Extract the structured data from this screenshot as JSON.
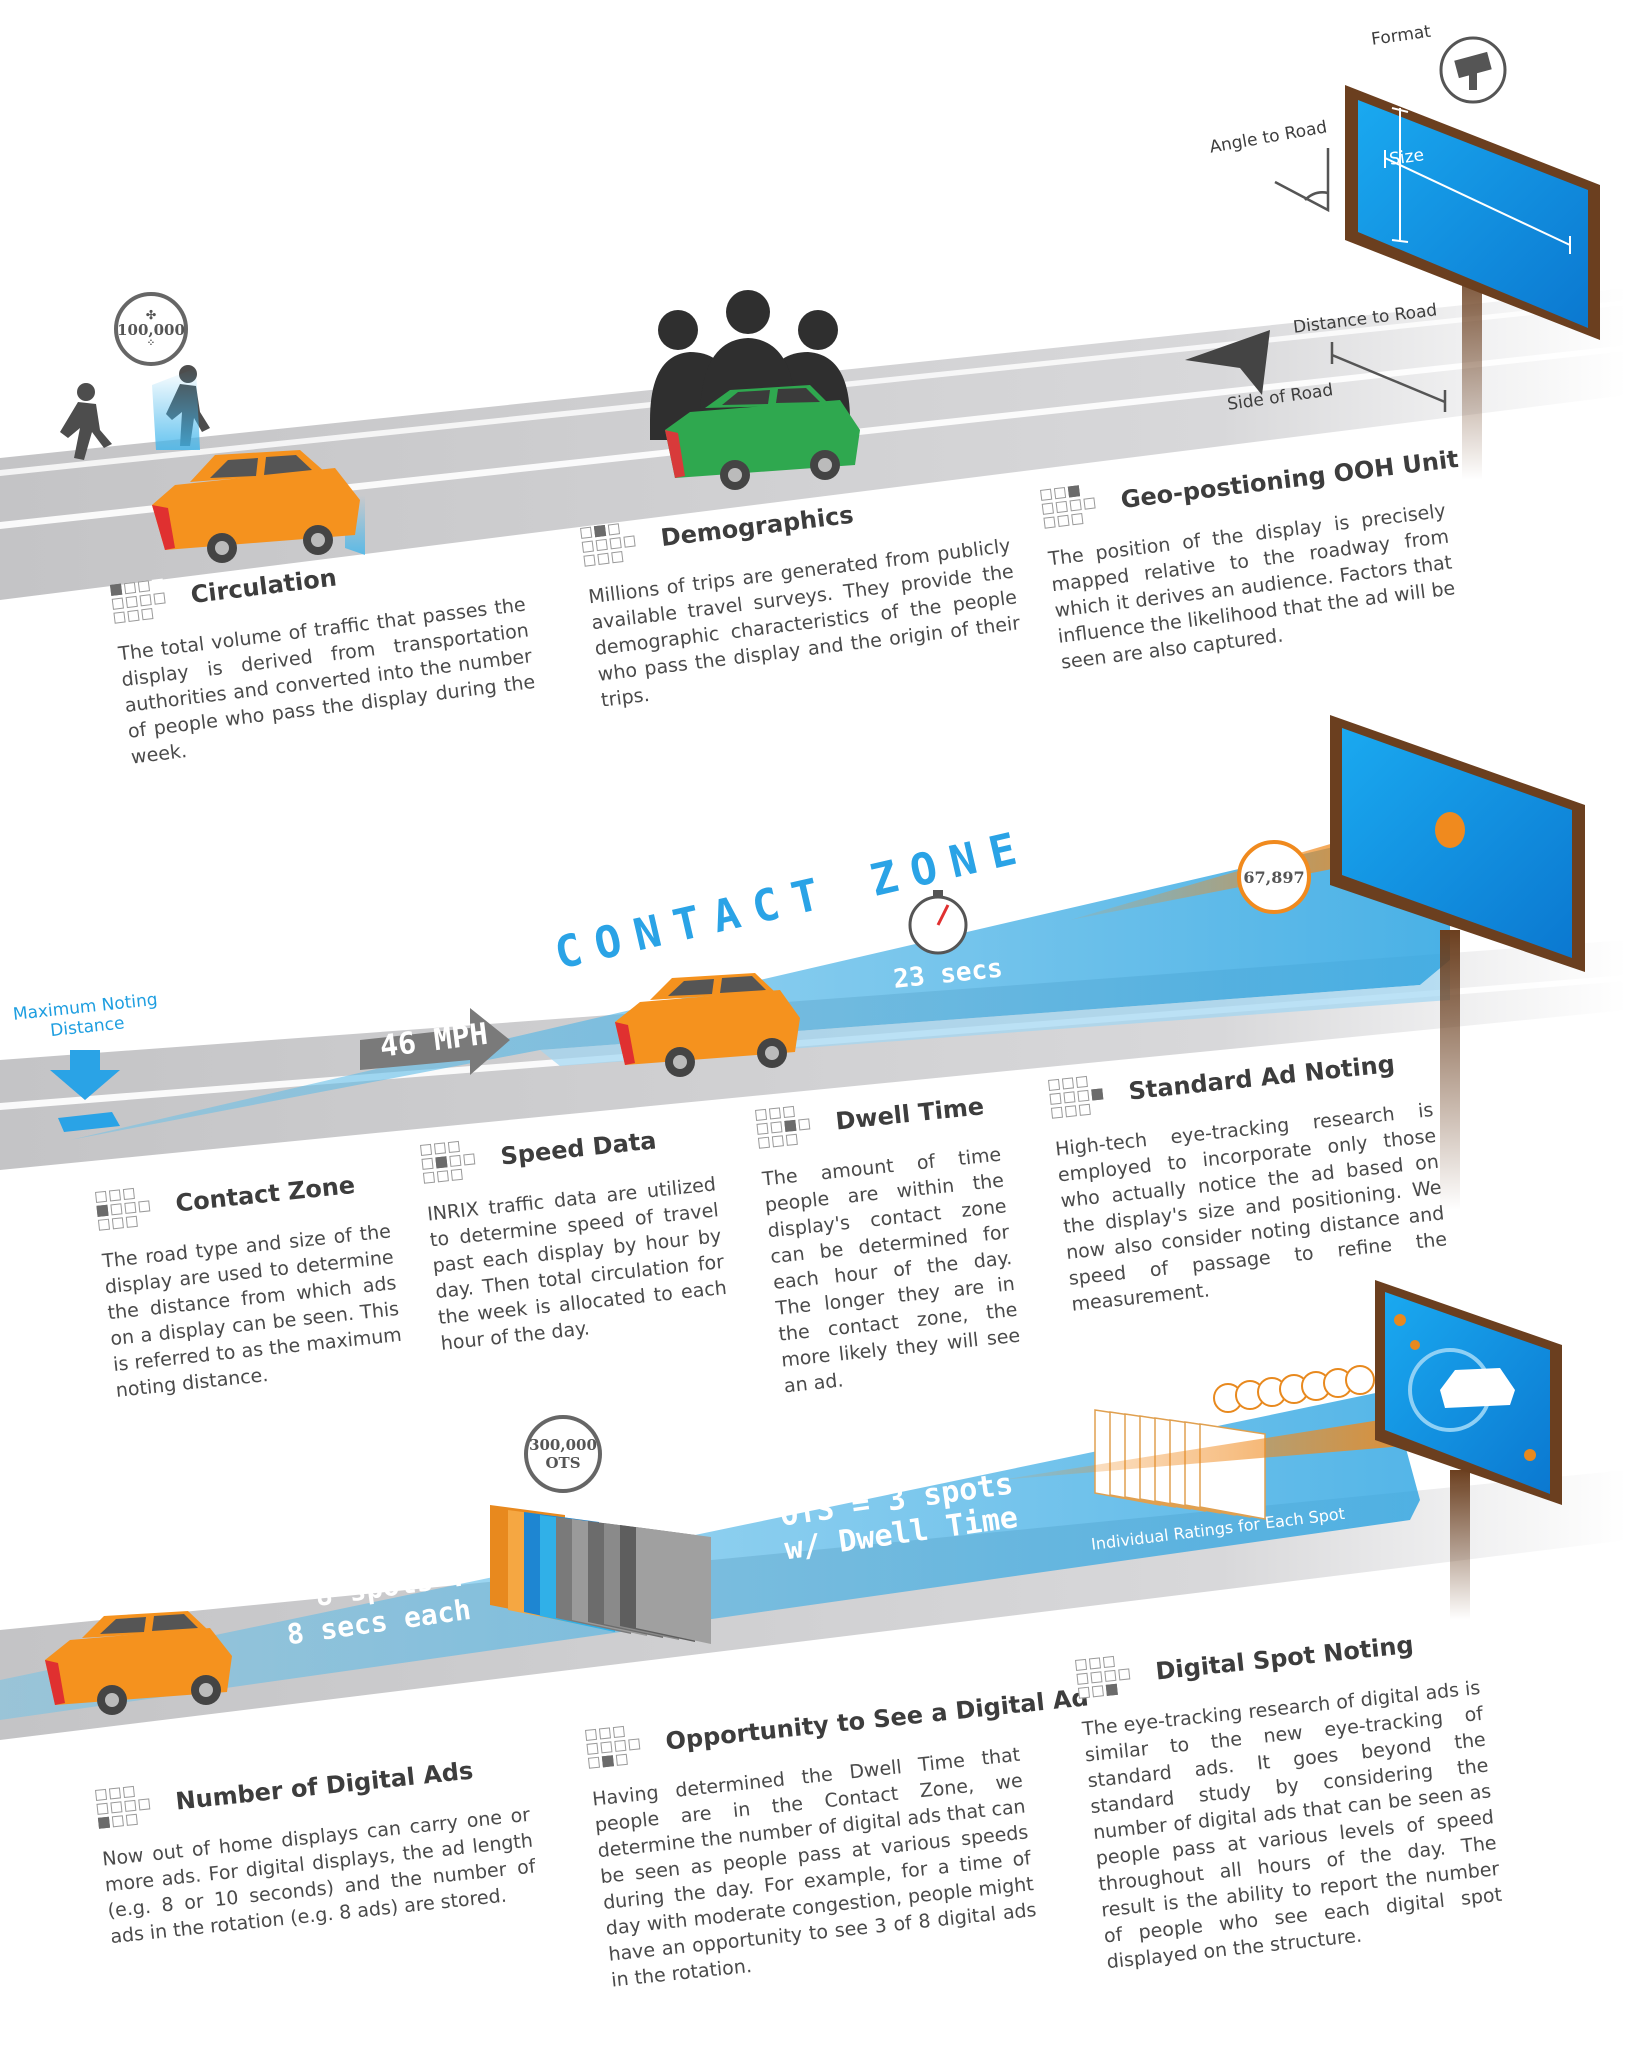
{
  "billboard_labels": {
    "format": "Format",
    "angle_to_road": "Angle to Road",
    "size": "Size",
    "distance_to_road": "Distance to Road",
    "side_of_road": "Side of Road"
  },
  "badges": {
    "circulation_count": "100,000",
    "contact_count": "67,897",
    "ots_count": "300,000",
    "ots_label": "OTS"
  },
  "graphic_text": {
    "contact_zone_banner": "CONTACT ZONE",
    "speed": "46 MPH",
    "dwell": "23 secs",
    "max_noting_line1": "Maximum Noting",
    "max_noting_line2": "Distance",
    "spots_line1": "8 spots :",
    "spots_line2": "8 secs each",
    "ots_line1": "OTS = 3 spots",
    "ots_line2": "w/ Dwell Time",
    "individual_ratings": "Individual Ratings for Each Spot"
  },
  "sections": [
    {
      "id": "circulation",
      "title": "Circulation",
      "body": "The total volume of traffic that passes the display is derived from transportation authorities and converted into the number of people who pass the display during the week."
    },
    {
      "id": "demographics",
      "title": "Demographics",
      "body": "Millions of trips are generated from publicly available travel surveys. They provide the demographic characteristics of the people who pass the display and the origin of their trips."
    },
    {
      "id": "geo",
      "title": "Geo-postioning OOH Unit",
      "body": "The position of the display is precisely mapped relative to the roadway from which it derives an audience. Factors that influence the likelihood that the ad will be seen are also captured."
    },
    {
      "id": "contact-zone",
      "title": "Contact Zone",
      "body": "The road type and size of the display are used to determine the distance from which ads on a display can be seen. This is referred to as the maximum noting distance."
    },
    {
      "id": "speed-data",
      "title": "Speed Data",
      "body": "INRIX traffic data are utilized to determine speed of travel past each display by hour by day. Then total circulation for the week is allocated to each hour of the day."
    },
    {
      "id": "dwell-time",
      "title": "Dwell Time",
      "body": "The amount of time people are within the display's contact zone can be determined for each hour of the day. The longer they are in the contact zone, the more likely they will see an ad."
    },
    {
      "id": "standard-ad-noting",
      "title": "Standard Ad Noting",
      "body": "High-tech eye-tracking research is employed to incorporate only those who actually notice the ad based on the display's size and positioning. We now also consider noting distance and speed of passage to refine the measurement."
    },
    {
      "id": "number-digital-ads",
      "title": "Number of  Digital Ads",
      "body": "Now out of home displays can carry one or more ads. For digital displays, the ad length (e.g. 8 or 10 seconds) and the number of ads in the rotation (e.g. 8 ads) are stored."
    },
    {
      "id": "ots-digital",
      "title": "Opportunity to See a Digital Ad",
      "body": "Having determined the Dwell Time that people are in the Contact Zone, we determine the number of digital ads that can be seen as people pass at various speeds during the day. For example, for a time of day with moderate congestion, people might have an opportunity to see 3 of 8 digital ads in the rotation."
    },
    {
      "id": "digital-spot-noting",
      "title": "Digital Spot Noting",
      "body": "The eye-tracking research of digital ads is similar to the new eye-tracking of standard ads. It goes beyond the standard study by considering the number of digital ads that can be seen as people pass at various levels of speed throughout all hours of the day. The result is the ability to report the number of people who see each digital spot displayed on the structure."
    }
  ]
}
